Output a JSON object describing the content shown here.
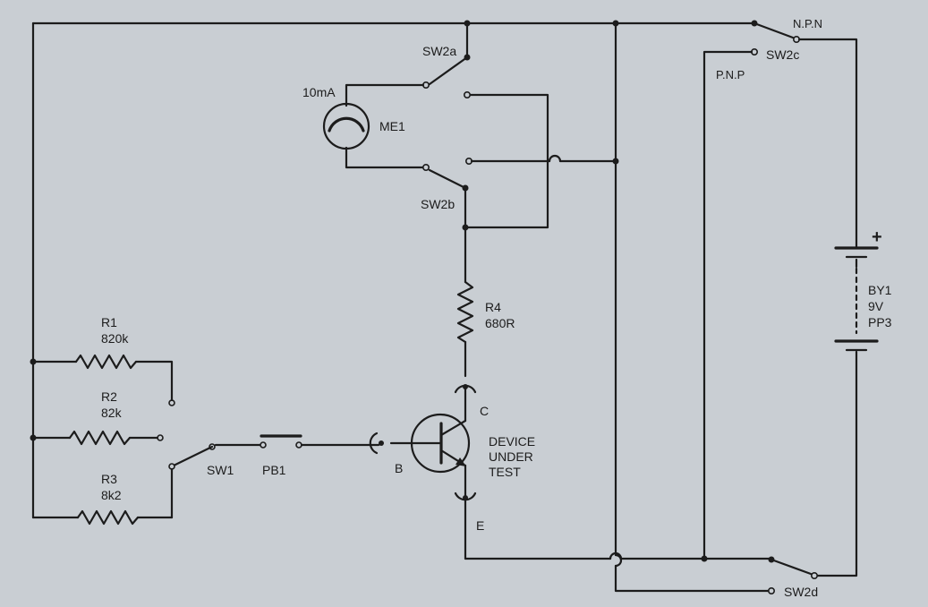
{
  "labels": {
    "meter_range": "10mA",
    "meter": "ME1",
    "sw2a": "SW2a",
    "sw2b": "SW2b",
    "sw2c": "SW2c",
    "sw2d": "SW2d",
    "npn": "N.P.N",
    "pnp": "P.N.P",
    "r1_name": "R1",
    "r1_value": "820k",
    "r2_name": "R2",
    "r2_value": "82k",
    "r3_name": "R3",
    "r3_value": "8k2",
    "r4_name": "R4",
    "r4_value": "680R",
    "sw1": "SW1",
    "pb1": "PB1",
    "base": "B",
    "collector": "C",
    "emitter": "E",
    "dut_line1": "DEVICE",
    "dut_line2": "UNDER",
    "dut_line3": "TEST",
    "battery_plus": "+",
    "battery_name": "BY1",
    "battery_voltage": "9V",
    "battery_type": "PP3"
  }
}
